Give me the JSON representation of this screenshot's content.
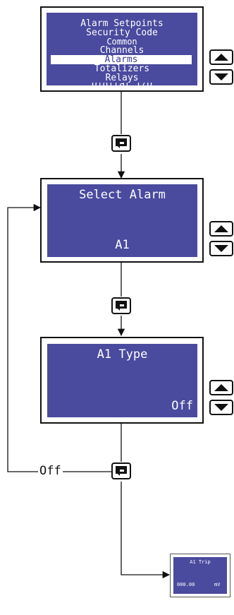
{
  "menu_screen": {
    "items": [
      {
        "label": "Alarm Setpoints",
        "selected": false
      },
      {
        "label": "Security Code",
        "selected": false
      },
      {
        "label": "Common",
        "selected": false
      },
      {
        "label": "Channels",
        "selected": false
      },
      {
        "label": "Alarms",
        "selected": true
      },
      {
        "label": "Totalizers",
        "selected": false
      },
      {
        "label": "Relays",
        "selected": false
      },
      {
        "label": "Digital I/O",
        "selected": false
      }
    ]
  },
  "select_alarm_screen": {
    "title": "Select Alarm",
    "value": "A1"
  },
  "alarm_type_screen": {
    "title": "A1 Type",
    "value": "Off"
  },
  "trip_screen": {
    "title": "A1 Trip",
    "value": "000.00",
    "unit": "mV"
  },
  "loop_label": "Off",
  "icons": {
    "up": "up-arrow-icon",
    "down": "down-arrow-icon",
    "enter": "enter-icon"
  },
  "colors": {
    "lcd_background": "#4a4a9e",
    "lcd_text": "#ffffff",
    "outline": "#111111"
  }
}
